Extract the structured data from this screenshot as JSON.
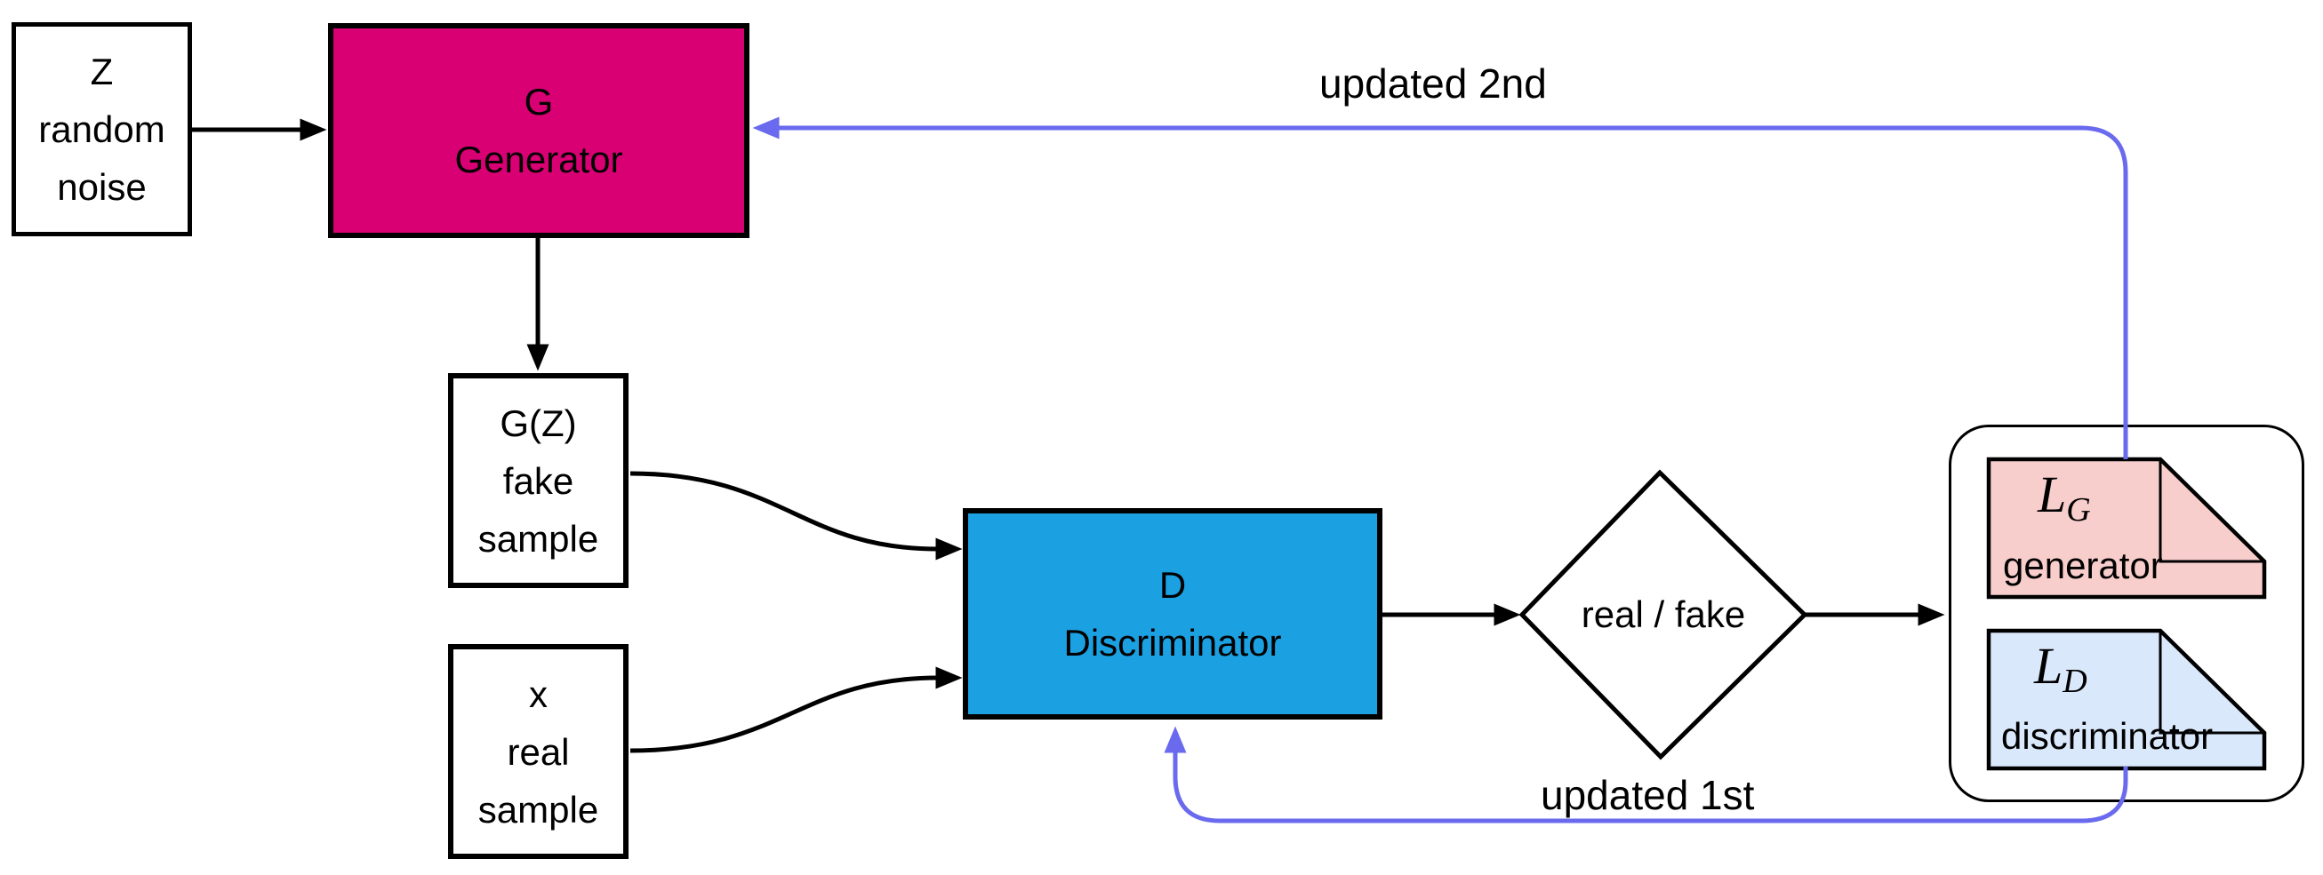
{
  "diagram": {
    "nodes": {
      "noise": {
        "lines": [
          "Z",
          "random",
          "noise"
        ]
      },
      "generator": {
        "lines": [
          "G",
          "Generator"
        ]
      },
      "fake_sample": {
        "lines": [
          "G(Z)",
          "fake",
          "sample"
        ]
      },
      "real_sample": {
        "lines": [
          "x",
          "real",
          "sample"
        ]
      },
      "discriminator": {
        "lines": [
          "D",
          "Discriminator"
        ]
      },
      "decision": {
        "label": "real / fake"
      },
      "loss_generator": {
        "symbol_main": "L",
        "symbol_sub": "G",
        "caption": "generator"
      },
      "loss_discriminator": {
        "symbol_main": "L",
        "symbol_sub": "D",
        "caption": "discriminator"
      }
    },
    "edge_labels": {
      "updated_2nd": "updated 2nd",
      "updated_1st": "updated 1st"
    },
    "colors": {
      "generator_fill": "#d80073",
      "discriminator_fill": "#1ba1e2",
      "loss_generator_fill": "#f8cecc",
      "loss_discriminator_fill": "#dae8fc",
      "feedback_arrow": "#6a6aee",
      "stroke": "#000000",
      "background": "#ffffff"
    }
  }
}
